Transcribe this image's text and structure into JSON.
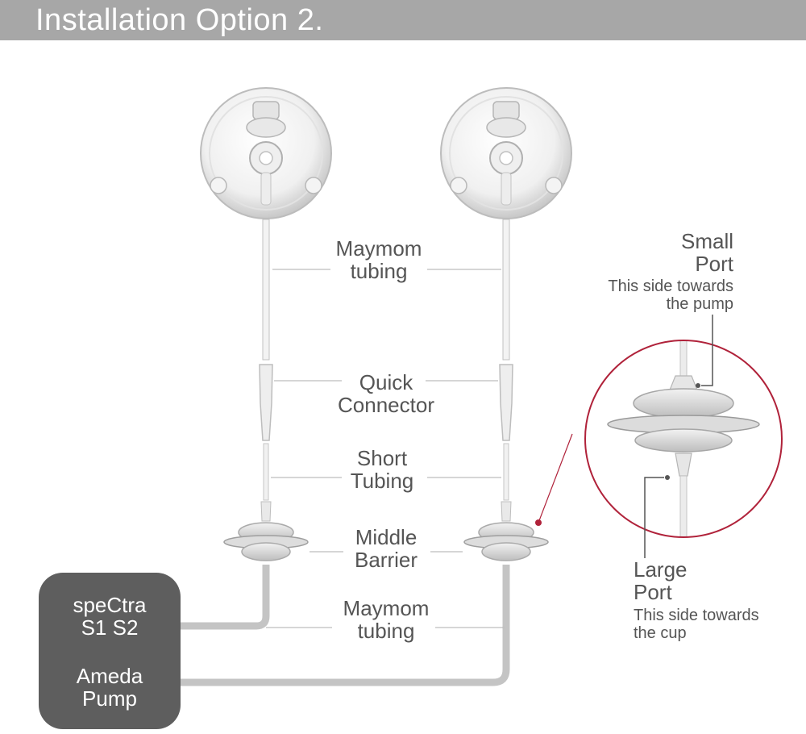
{
  "header": {
    "title": "Installation Option 2."
  },
  "labels": {
    "maymom_tubing_top_1": "Maymom",
    "maymom_tubing_top_2": "tubing",
    "quick_connector_1": "Quick",
    "quick_connector_2": "Connector",
    "short_tubing_1": "Short",
    "short_tubing_2": "Tubing",
    "middle_barrier_1": "Middle",
    "middle_barrier_2": "Barrier",
    "maymom_tubing_bottom_1": "Maymom",
    "maymom_tubing_bottom_2": "tubing"
  },
  "detail": {
    "small_port_1": "Small",
    "small_port_2": "Port",
    "small_port_note_1": "This side towards",
    "small_port_note_2": "the pump",
    "large_port_1": "Large",
    "large_port_2": "Port",
    "large_port_note_1": "This side towards",
    "large_port_note_2": "the cup"
  },
  "pump": {
    "line1": "speCtra",
    "line2": "S1 S2",
    "line3": "Ameda",
    "line4": "Pump"
  },
  "colors": {
    "accent": "#b0223a",
    "header": "#a7a7a7",
    "pump": "#5e5e5e",
    "text": "#555555"
  }
}
